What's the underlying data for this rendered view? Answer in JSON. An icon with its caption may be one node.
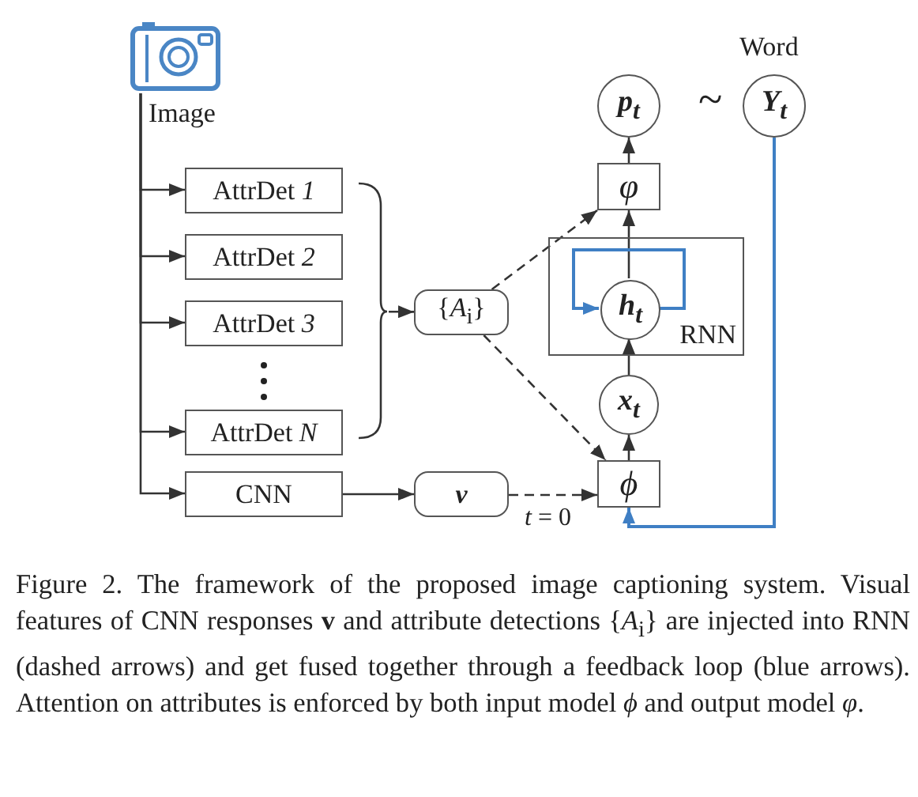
{
  "diagram": {
    "caption": "Figure 2. The framework of the proposed image captioning system. Visual features of CNN responses **v** and attribute detections {*A*$_{i}$} are injected into RNN (dashed arrows) and get fused together through a feedback loop (blue arrows). Attention on attributes is enforced by both input model *ϕ* and output model *φ*.",
    "nodes": [
      {
        "text": [
          "Image"
        ]
      },
      {
        "text": [
          "AttrDet *1*"
        ]
      },
      {
        "text": [
          "AttrDet *2*"
        ]
      },
      {
        "text": [
          "AttrDet *3*"
        ]
      },
      {
        "text": [
          "AttrDet *N*"
        ]
      },
      {
        "text": [
          "CNN"
        ]
      },
      {
        "text": [
          "{*A*$_{i}$}"
        ]
      },
      {
        "text": [
          "v"
        ]
      },
      {
        "text": [
          "RNN"
        ]
      },
      {
        "text": [
          "h$_{t}$"
        ],
        "in": 8
      },
      {
        "text": [
          "x$_{t}$"
        ]
      },
      {
        "text": [
          "ϕ"
        ]
      },
      {
        "text": [
          "φ"
        ]
      },
      {
        "text": [
          "p$_{t}$"
        ]
      },
      {
        "text": [
          "Word",
          "Y$_{t}$"
        ]
      },
      {
        "text": [],
        "shape": "brace"
      }
    ],
    "edges": [
      {
        "from": 0,
        "to": 1,
        "arrow": "to"
      },
      {
        "from": 0,
        "to": 2,
        "arrow": "to"
      },
      {
        "from": 0,
        "to": 3,
        "arrow": "to"
      },
      {
        "from": 0,
        "to": 4,
        "arrow": "to"
      },
      {
        "from": 0,
        "to": 5,
        "arrow": "to"
      },
      {
        "from": 15,
        "to": 6,
        "arrow": "to"
      },
      {
        "from": 5,
        "to": 7,
        "arrow": "to"
      },
      {
        "from": 6,
        "to": 12,
        "arrow": "to",
        "style": "dashed"
      },
      {
        "from": 6,
        "to": 11,
        "arrow": "to",
        "style": "dashed"
      },
      {
        "from": 7,
        "to": 11,
        "arrow": "to",
        "style": "dashed",
        "label": "*t* = 0"
      },
      {
        "from": 11,
        "to": 10,
        "arrow": "to"
      },
      {
        "from": 10,
        "to": 9,
        "arrow": "to"
      },
      {
        "from": 9,
        "to": 12,
        "arrow": "to"
      },
      {
        "from": 12,
        "to": 13,
        "arrow": "to"
      },
      {
        "from": 9,
        "to": 9,
        "arrow": "to",
        "color": "#3f7fc4"
      },
      {
        "from": 14,
        "to": 11,
        "arrow": "to",
        "color": "#3f7fc4"
      }
    ],
    "labels": [
      "~"
    ]
  }
}
